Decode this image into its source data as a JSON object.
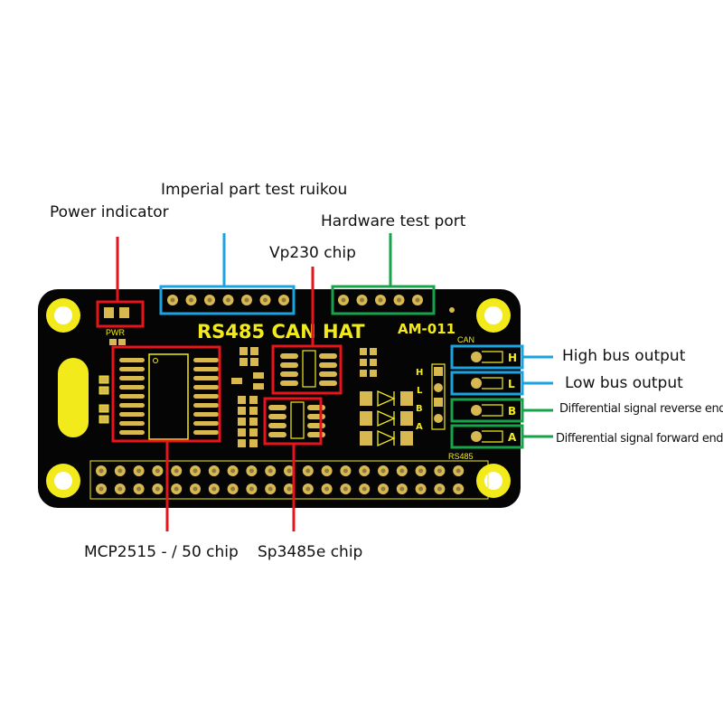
{
  "board": {
    "title": "RS485 CAN HAT",
    "model": "AM-011",
    "pwr_label": "PWR",
    "can_label": "CAN",
    "rs485_label": "RS485",
    "pins_side": [
      "H",
      "L",
      "B",
      "A"
    ],
    "terminals": [
      "H",
      "L",
      "B",
      "A"
    ]
  },
  "labels": {
    "imperial": "Imperial part test ruikou",
    "power": "Power indicator",
    "hardware": "Hardware test port",
    "vp230": "Vp230 chip",
    "high_bus": "High bus output",
    "low_bus": "Low bus output",
    "diff_reverse": "Differential signal reverse end",
    "diff_forward": "Differential signal forward end",
    "mcp2515": "MCP2515 - / 50 chip",
    "sp3485": "Sp3485e chip"
  },
  "colors": {
    "pcb": "#050505",
    "silk": "#f2ea1a",
    "pad": "#d8b850",
    "red": "#e8141c",
    "blue": "#1aa3e0",
    "green": "#16a34a"
  }
}
